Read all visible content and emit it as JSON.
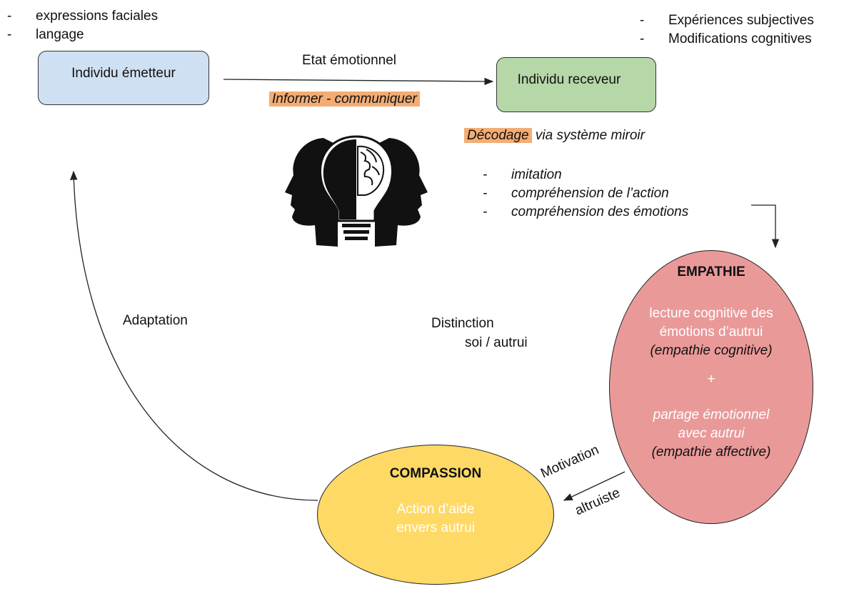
{
  "top_left_list": [
    "expressions faciales",
    "langage"
  ],
  "top_right_list": [
    "Expériences subjectives",
    "Modifications cognitives"
  ],
  "sender_box": {
    "label": "Individu émetteur",
    "color": "#cfe0f3"
  },
  "receiver_box": {
    "label": "Individu receveur",
    "color": "#b6d7a8"
  },
  "arrow_label": "Etat émotionnel",
  "highlight_inform": "Informer - communiquer",
  "decoding": {
    "highlight": "Décodage",
    "rest": " via système miroir"
  },
  "mirror_list": [
    "imitation",
    "compréhension de l’action",
    "compréhension des émotions"
  ],
  "adaptation_label": "Adaptation",
  "distinction": {
    "line1": "Distinction",
    "line2": "soi / autrui"
  },
  "empathy": {
    "title": "EMPATHIE",
    "line1": "lecture cognitive des",
    "line2": "émotions d’autrui",
    "line3": "(empathie cognitive)",
    "plus": "+",
    "line4": "partage émotionnel",
    "line5": "avec autrui",
    "line6": "(empathie affective)",
    "color": "#ea9999"
  },
  "compassion": {
    "title": "COMPASSION",
    "line1": "Action d’aide",
    "line2": "envers autrui",
    "color": "#ffd966"
  },
  "motivation": {
    "line1": "Motivation",
    "line2": "altruiste"
  },
  "icon": "head-lightbulb-brain-icon",
  "colors": {
    "highlight": "#f3ad74"
  }
}
